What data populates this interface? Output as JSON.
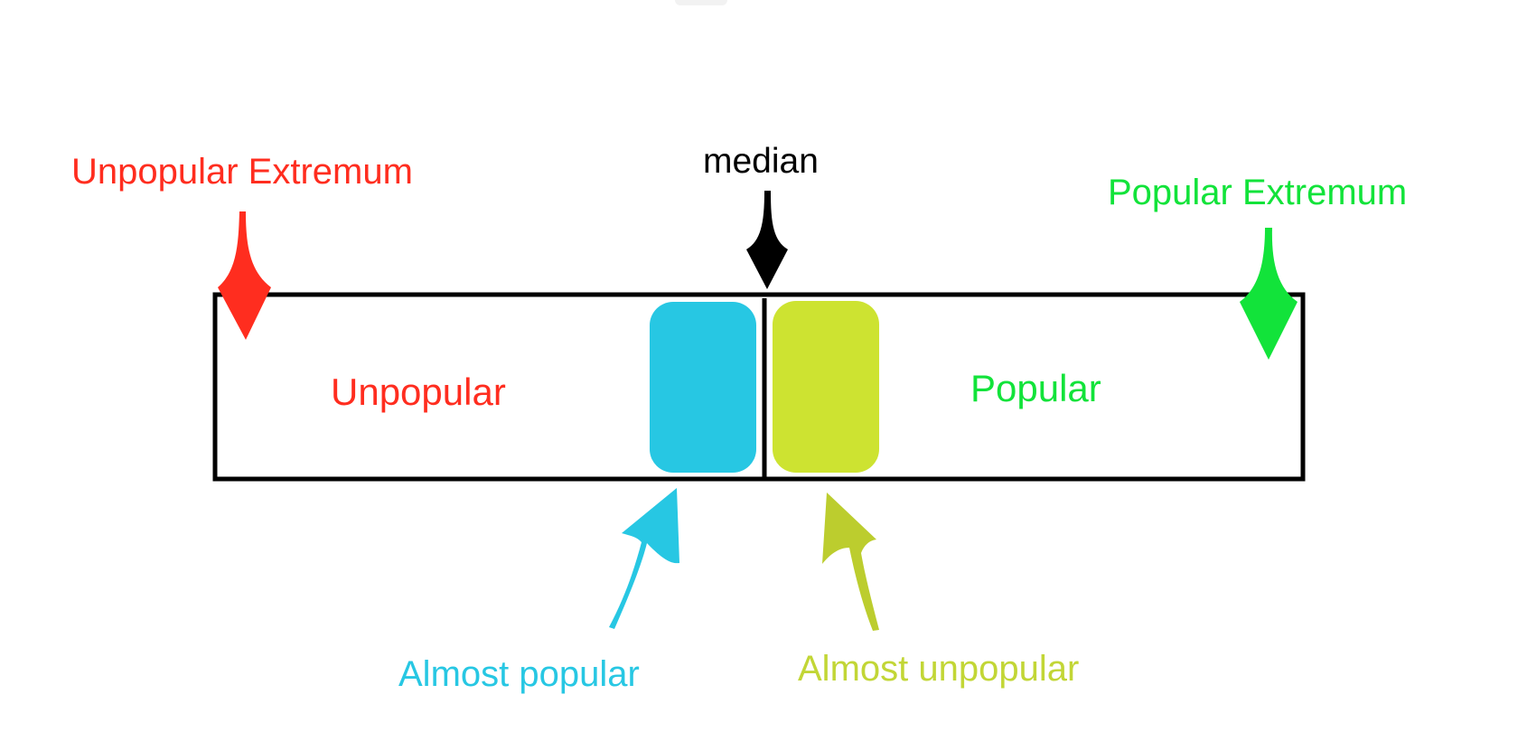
{
  "labels": {
    "unpopular_extremum": "Unpopular Extremum",
    "median": "median",
    "popular_extremum": "Popular Extremum",
    "unpopular": "Unpopular",
    "popular": "Popular",
    "almost_popular": "Almost popular",
    "almost_unpopular": "Almost unpopular"
  },
  "colors": {
    "red": "#ff2d1f",
    "black": "#000000",
    "green": "#12e33a",
    "cyan": "#27c7e3",
    "lime": "#cde331",
    "lime_text": "#c2d636",
    "lime_arrow": "#bccd2e"
  }
}
